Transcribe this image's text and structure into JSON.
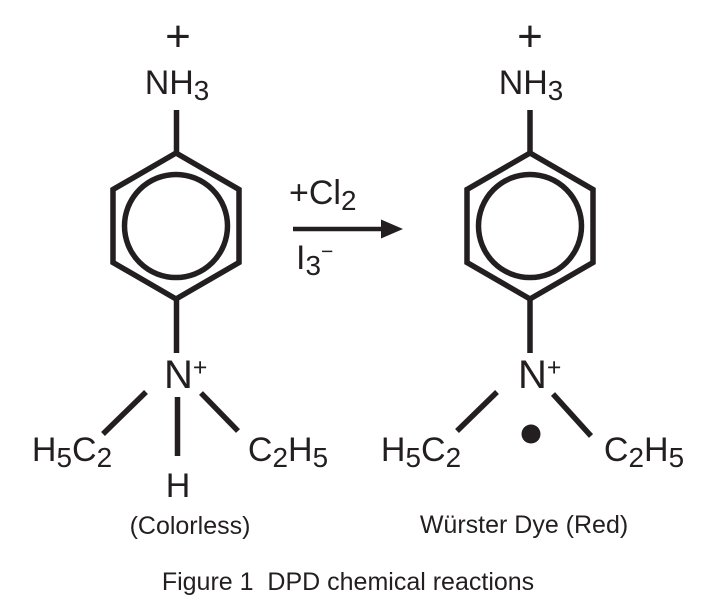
{
  "colors": {
    "ink": "#231f20",
    "background": "#ffffff"
  },
  "reaction": {
    "above_arrow": {
      "base": "+Cl",
      "sub": "2"
    },
    "below_arrow": {
      "base": "I",
      "sub": "3",
      "sup": "−"
    }
  },
  "left": {
    "charge": "+",
    "amine": {
      "base": "NH",
      "sub": "3"
    },
    "nitrogen": {
      "base": "N",
      "sup": "+"
    },
    "ethyl_left": {
      "t1": "H",
      "s1": "5",
      "t2": "C",
      "s2": "2"
    },
    "ethyl_right": {
      "t1": "C",
      "s1": "2",
      "t2": "H",
      "s2": "5"
    },
    "hydrogen": "H",
    "label": "(Colorless)"
  },
  "right": {
    "charge": "+",
    "amine": {
      "base": "NH",
      "sub": "3"
    },
    "nitrogen": {
      "base": "N",
      "sup": "+"
    },
    "ethyl_left": {
      "t1": "H",
      "s1": "5",
      "t2": "C",
      "s2": "2"
    },
    "ethyl_right": {
      "t1": "C",
      "s1": "2",
      "t2": "H",
      "s2": "5"
    },
    "label": "Würster Dye (Red)"
  },
  "caption": {
    "text": "Figure 1  DPD chemical reactions"
  }
}
